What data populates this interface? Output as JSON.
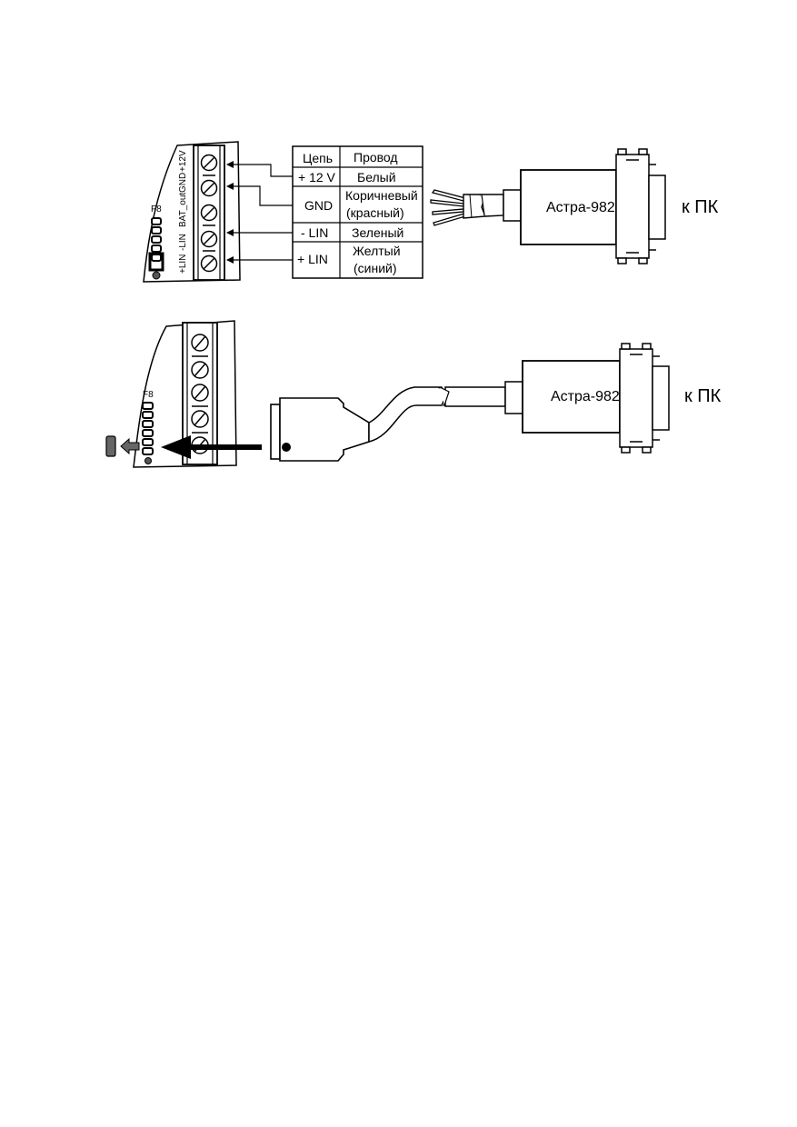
{
  "diagram1": {
    "header_label": "F8",
    "terminal_labels": [
      "+LIN",
      "-LIN",
      "BAT_out",
      "GND",
      "+12V"
    ],
    "table": {
      "head_circuit": "Цепь",
      "head_wire": "Провод",
      "rows": [
        {
          "circuit": "+ 12 V",
          "wire": "Белый",
          "wire2": ""
        },
        {
          "circuit": "GND",
          "wire": "Коричневый",
          "wire2": "(красный)"
        },
        {
          "circuit": "- LIN",
          "wire": "Зеленый",
          "wire2": ""
        },
        {
          "circuit": "+ LIN",
          "wire": "Желтый",
          "wire2": "(синий)"
        }
      ]
    },
    "adapter_label": "Астра-982",
    "pc_label": "к ПК"
  },
  "diagram2": {
    "header_label": "F8",
    "adapter_label": "Астра-982",
    "pc_label": "к ПК"
  }
}
